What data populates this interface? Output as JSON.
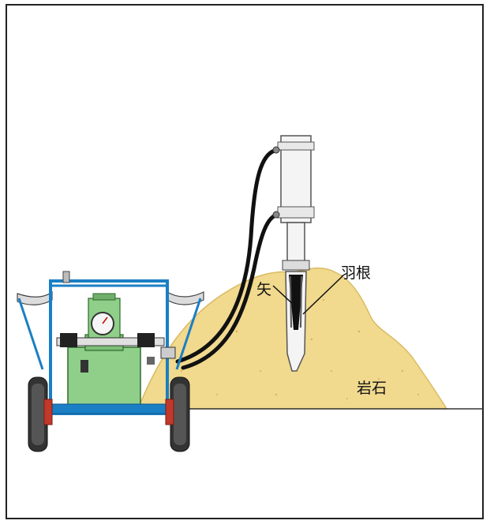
{
  "labels": {
    "ya": "矢",
    "haneko": "羽根",
    "ganseki": "岩石"
  },
  "colors": {
    "rock": "#f1d98e",
    "frame": "#1a7fc4",
    "unit": "#8fcf8a",
    "hose": "#111111",
    "cylinder": "#f4f4f4"
  }
}
